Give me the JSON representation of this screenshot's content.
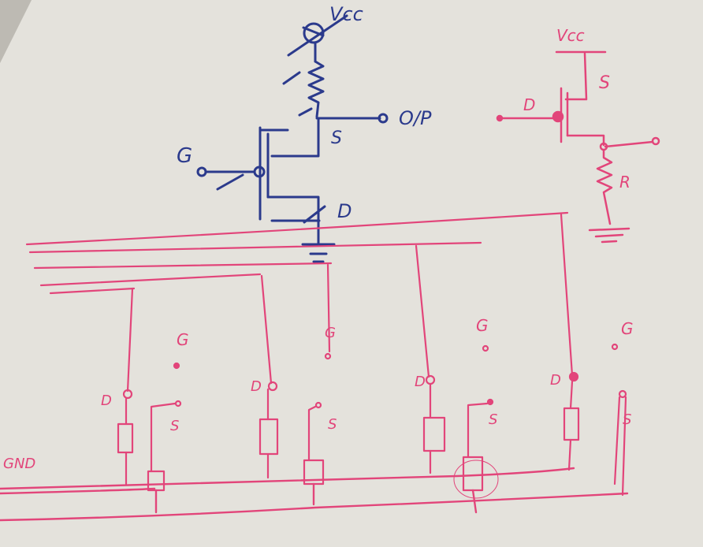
{
  "palette": {
    "paper": "#e4e2dc",
    "paper_shadow": "#c9c6bf",
    "blue_ink": "#2b3a8c",
    "pink_ink": "#e2457a"
  },
  "blue_circuit": {
    "supply_label": "Vcc",
    "output_label": "O/P",
    "source_label": "S",
    "gate_label": "G",
    "drain_label": "D"
  },
  "right_circuit": {
    "supply_label": "Vcc",
    "source_label": "S",
    "drain_label": "D",
    "resistor_label": "R"
  },
  "ground_label": "GND",
  "cells": [
    {
      "gate_label": "G",
      "drain_label": "D",
      "source_label": "S"
    },
    {
      "gate_label": "",
      "drain_label": "D",
      "source_label": "S"
    },
    {
      "gate_label": "G",
      "drain_label": "",
      "source_label": ""
    },
    {
      "gate_label": "G",
      "drain_label": "D",
      "source_label": "S"
    },
    {
      "gate_label": "G",
      "drain_label": "D",
      "source_label": "S"
    }
  ]
}
